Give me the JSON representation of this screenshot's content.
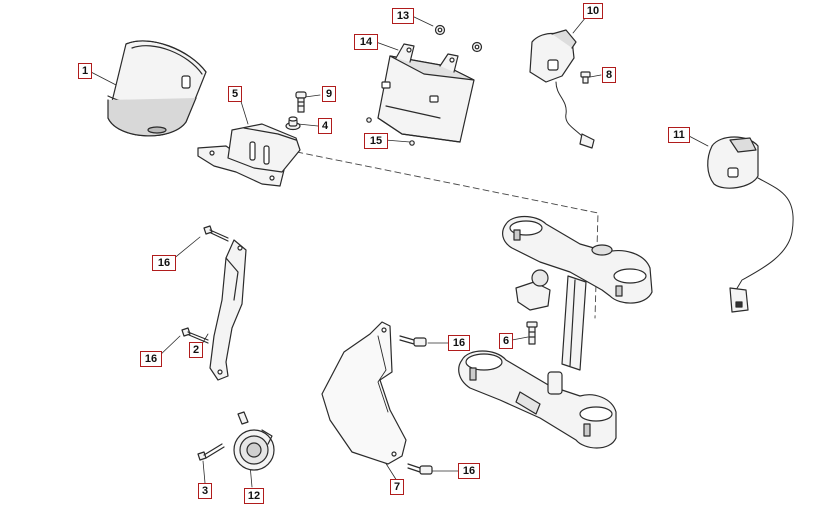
{
  "colors": {
    "callout_border": "#b01c1c",
    "line_art": "#2b2b2b",
    "fill": "#f4f4f4"
  },
  "callouts": {
    "c1": "1",
    "c2": "2",
    "c3": "3",
    "c4": "4",
    "c5": "5",
    "c6": "6",
    "c7": "7",
    "c8": "8",
    "c9": "9",
    "c10": "10",
    "c11": "11",
    "c12": "12",
    "c13": "13",
    "c14": "14",
    "c15": "15",
    "c16a": "16",
    "c16b": "16",
    "c16c": "16",
    "c16d": "16"
  }
}
